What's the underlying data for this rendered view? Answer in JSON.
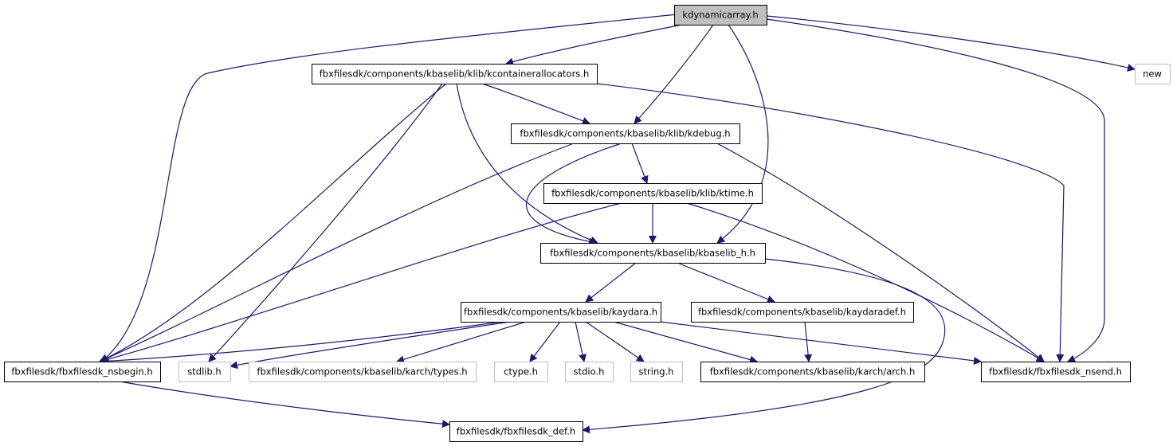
{
  "diagram": {
    "colors": {
      "edge": "#191970",
      "node_border": "#000000",
      "external_border": "#bfbfbf",
      "root_fill": "#bfbfbf",
      "node_fill": "#ffffff",
      "text": "#000000"
    },
    "nodes": [
      {
        "id": "kdynamicarray",
        "label": "kdynamicarray.h",
        "kind": "root"
      },
      {
        "id": "new",
        "label": "new",
        "kind": "external"
      },
      {
        "id": "kcontainerallocators",
        "label": "fbxfilesdk/components/kbaselib/klib/kcontainerallocators.h",
        "kind": "file"
      },
      {
        "id": "kdebug",
        "label": "fbxfilesdk/components/kbaselib/klib/kdebug.h",
        "kind": "file"
      },
      {
        "id": "ktime",
        "label": "fbxfilesdk/components/kbaselib/klib/ktime.h",
        "kind": "file"
      },
      {
        "id": "kbaselib_h",
        "label": "fbxfilesdk/components/kbaselib/kbaselib_h.h",
        "kind": "file"
      },
      {
        "id": "kaydara",
        "label": "fbxfilesdk/components/kbaselib/kaydara.h",
        "kind": "file"
      },
      {
        "id": "kaydaradef",
        "label": "fbxfilesdk/components/kbaselib/kaydaradef.h",
        "kind": "file"
      },
      {
        "id": "nsbegin",
        "label": "fbxfilesdk/fbxfilesdk_nsbegin.h",
        "kind": "file"
      },
      {
        "id": "stdlib",
        "label": "stdlib.h",
        "kind": "external"
      },
      {
        "id": "types",
        "label": "fbxfilesdk/components/kbaselib/karch/types.h",
        "kind": "external"
      },
      {
        "id": "ctype",
        "label": "ctype.h",
        "kind": "external"
      },
      {
        "id": "stdio",
        "label": "stdio.h",
        "kind": "external"
      },
      {
        "id": "string",
        "label": "string.h",
        "kind": "external"
      },
      {
        "id": "arch",
        "label": "fbxfilesdk/components/kbaselib/karch/arch.h",
        "kind": "file"
      },
      {
        "id": "nsend",
        "label": "fbxfilesdk/fbxfilesdk_nsend.h",
        "kind": "file"
      },
      {
        "id": "def",
        "label": "fbxfilesdk/fbxfilesdk_def.h",
        "kind": "file"
      }
    ],
    "edges": [
      [
        "kdynamicarray",
        "kcontainerallocators"
      ],
      [
        "kdynamicarray",
        "kdebug"
      ],
      [
        "kdynamicarray",
        "kbaselib_h"
      ],
      [
        "kdynamicarray",
        "nsbegin"
      ],
      [
        "kdynamicarray",
        "new"
      ],
      [
        "kdynamicarray",
        "nsend"
      ],
      [
        "kcontainerallocators",
        "kdebug"
      ],
      [
        "kcontainerallocators",
        "kbaselib_h"
      ],
      [
        "kcontainerallocators",
        "nsbegin"
      ],
      [
        "kcontainerallocators",
        "stdlib"
      ],
      [
        "kcontainerallocators",
        "nsend"
      ],
      [
        "kdebug",
        "ktime"
      ],
      [
        "kdebug",
        "kbaselib_h"
      ],
      [
        "kdebug",
        "nsbegin"
      ],
      [
        "kdebug",
        "nsend"
      ],
      [
        "ktime",
        "kbaselib_h"
      ],
      [
        "ktime",
        "nsbegin"
      ],
      [
        "ktime",
        "nsend"
      ],
      [
        "kbaselib_h",
        "kaydara"
      ],
      [
        "kbaselib_h",
        "kaydaradef"
      ],
      [
        "kbaselib_h",
        "def"
      ],
      [
        "kaydara",
        "nsbegin"
      ],
      [
        "kaydara",
        "stdlib"
      ],
      [
        "kaydara",
        "types"
      ],
      [
        "kaydara",
        "ctype"
      ],
      [
        "kaydara",
        "stdio"
      ],
      [
        "kaydara",
        "string"
      ],
      [
        "kaydara",
        "arch"
      ],
      [
        "kaydara",
        "nsend"
      ],
      [
        "kaydaradef",
        "arch"
      ],
      [
        "nsbegin",
        "def"
      ]
    ]
  }
}
